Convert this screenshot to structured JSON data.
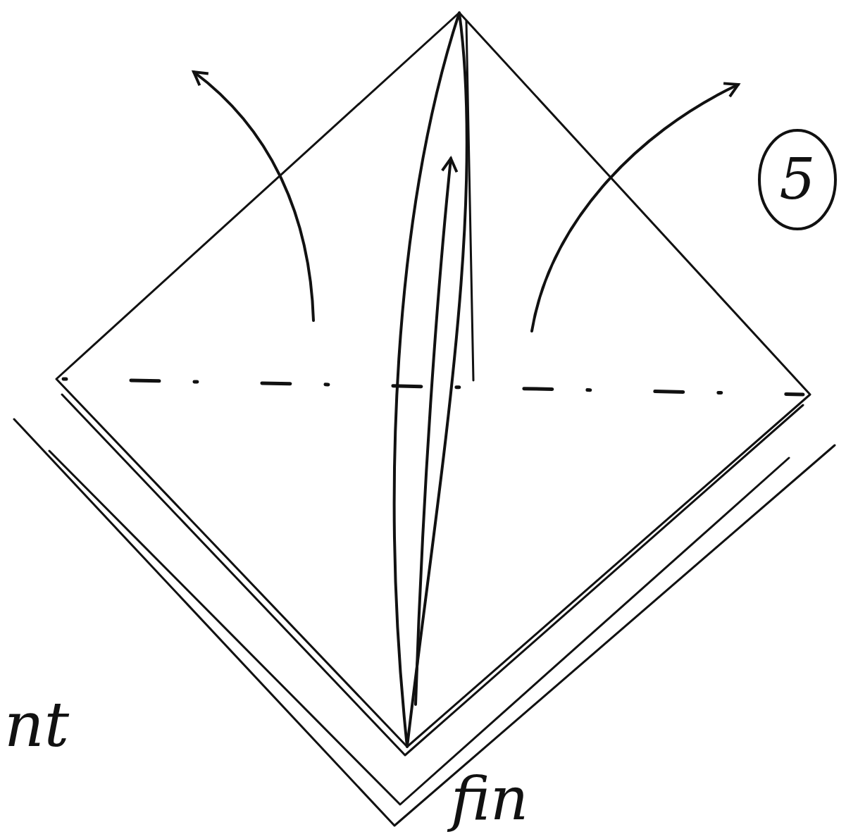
{
  "diagram": {
    "labels": [
      "5",
      "nt",
      "fin"
    ]
  }
}
